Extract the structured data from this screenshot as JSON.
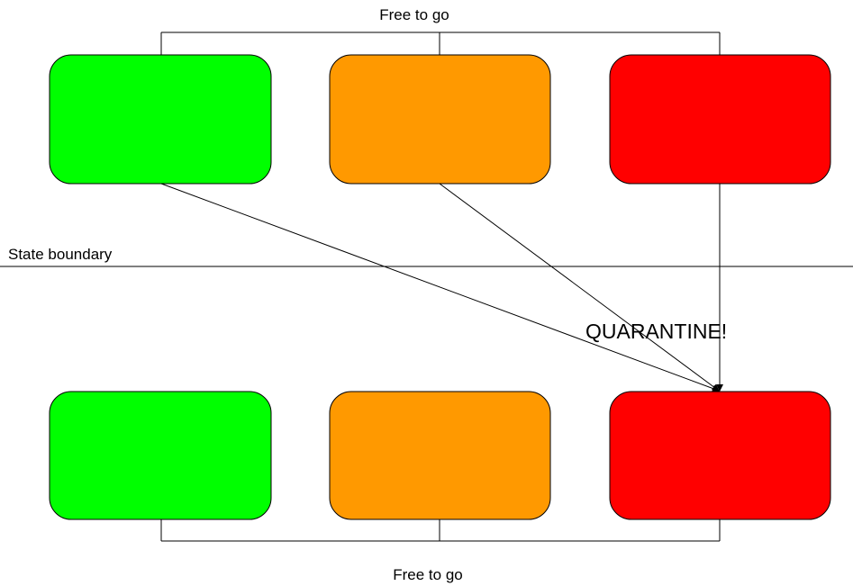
{
  "labels": {
    "top_exit": "Free to go",
    "bottom_exit": "Free to go",
    "boundary": "State boundary",
    "quarantine": "QUARANTINE!"
  },
  "boxes": {
    "top": [
      {
        "color": "#00ff00"
      },
      {
        "color": "#ff9900"
      },
      {
        "color": "#ff0000"
      }
    ],
    "bottom": [
      {
        "color": "#00ff00"
      },
      {
        "color": "#ff9900"
      },
      {
        "color": "#ff0000"
      }
    ]
  },
  "colors": {
    "green": "#00ff00",
    "orange": "#ff9900",
    "red": "#ff0000",
    "line": "#000000"
  }
}
